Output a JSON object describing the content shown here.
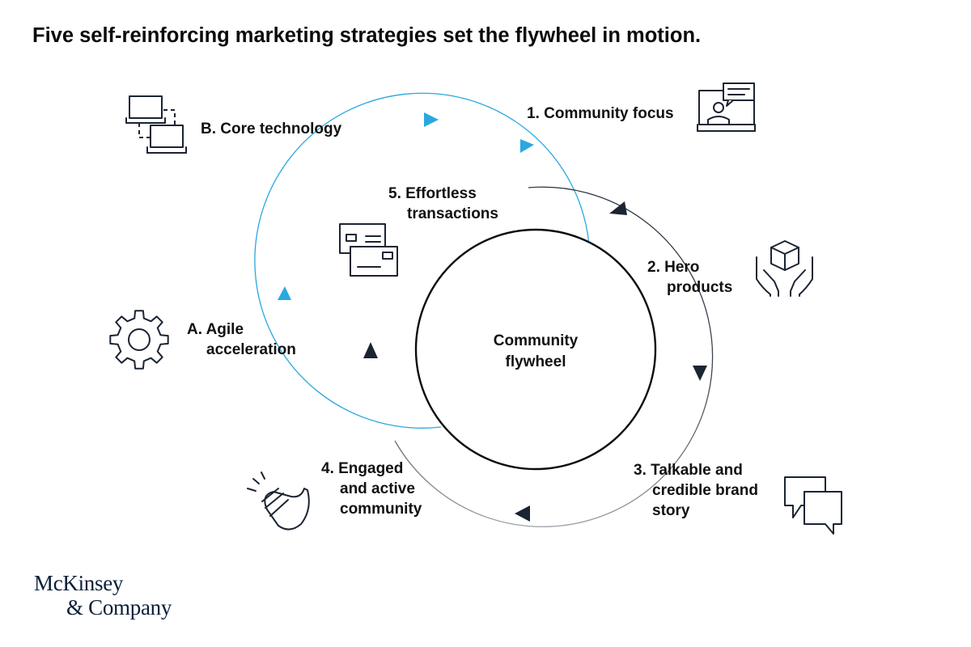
{
  "title": "Five self-reinforcing marketing strategies set the flywheel in motion.",
  "center": {
    "line1": "Community",
    "line2": "flywheel"
  },
  "strategies": [
    {
      "lines": [
        "1. Community focus"
      ],
      "icon": "video-call-icon"
    },
    {
      "lines": [
        "2. Hero",
        "products"
      ],
      "icon": "hands-box-icon"
    },
    {
      "lines": [
        "3. Talkable and",
        "credible brand",
        "story"
      ],
      "icon": "speech-bubbles-icon"
    },
    {
      "lines": [
        "4. Engaged",
        "and active",
        "community"
      ],
      "icon": "clapping-hands-icon"
    },
    {
      "lines": [
        "5. Effortless",
        "transactions"
      ],
      "icon": "credit-cards-icon"
    }
  ],
  "enablers": [
    {
      "lines": [
        "A. Agile",
        "acceleration"
      ],
      "icon": "gear-icon"
    },
    {
      "lines": [
        "B. Core technology"
      ],
      "icon": "connected-laptops-icon"
    }
  ],
  "logo": {
    "line1": "McKinsey",
    "line2": "& Company"
  },
  "colors": {
    "dark_arrow": "#1b2433",
    "blue_arrow": "#2aa8e0",
    "text": "#111111",
    "logo": "#0b1f3a"
  }
}
